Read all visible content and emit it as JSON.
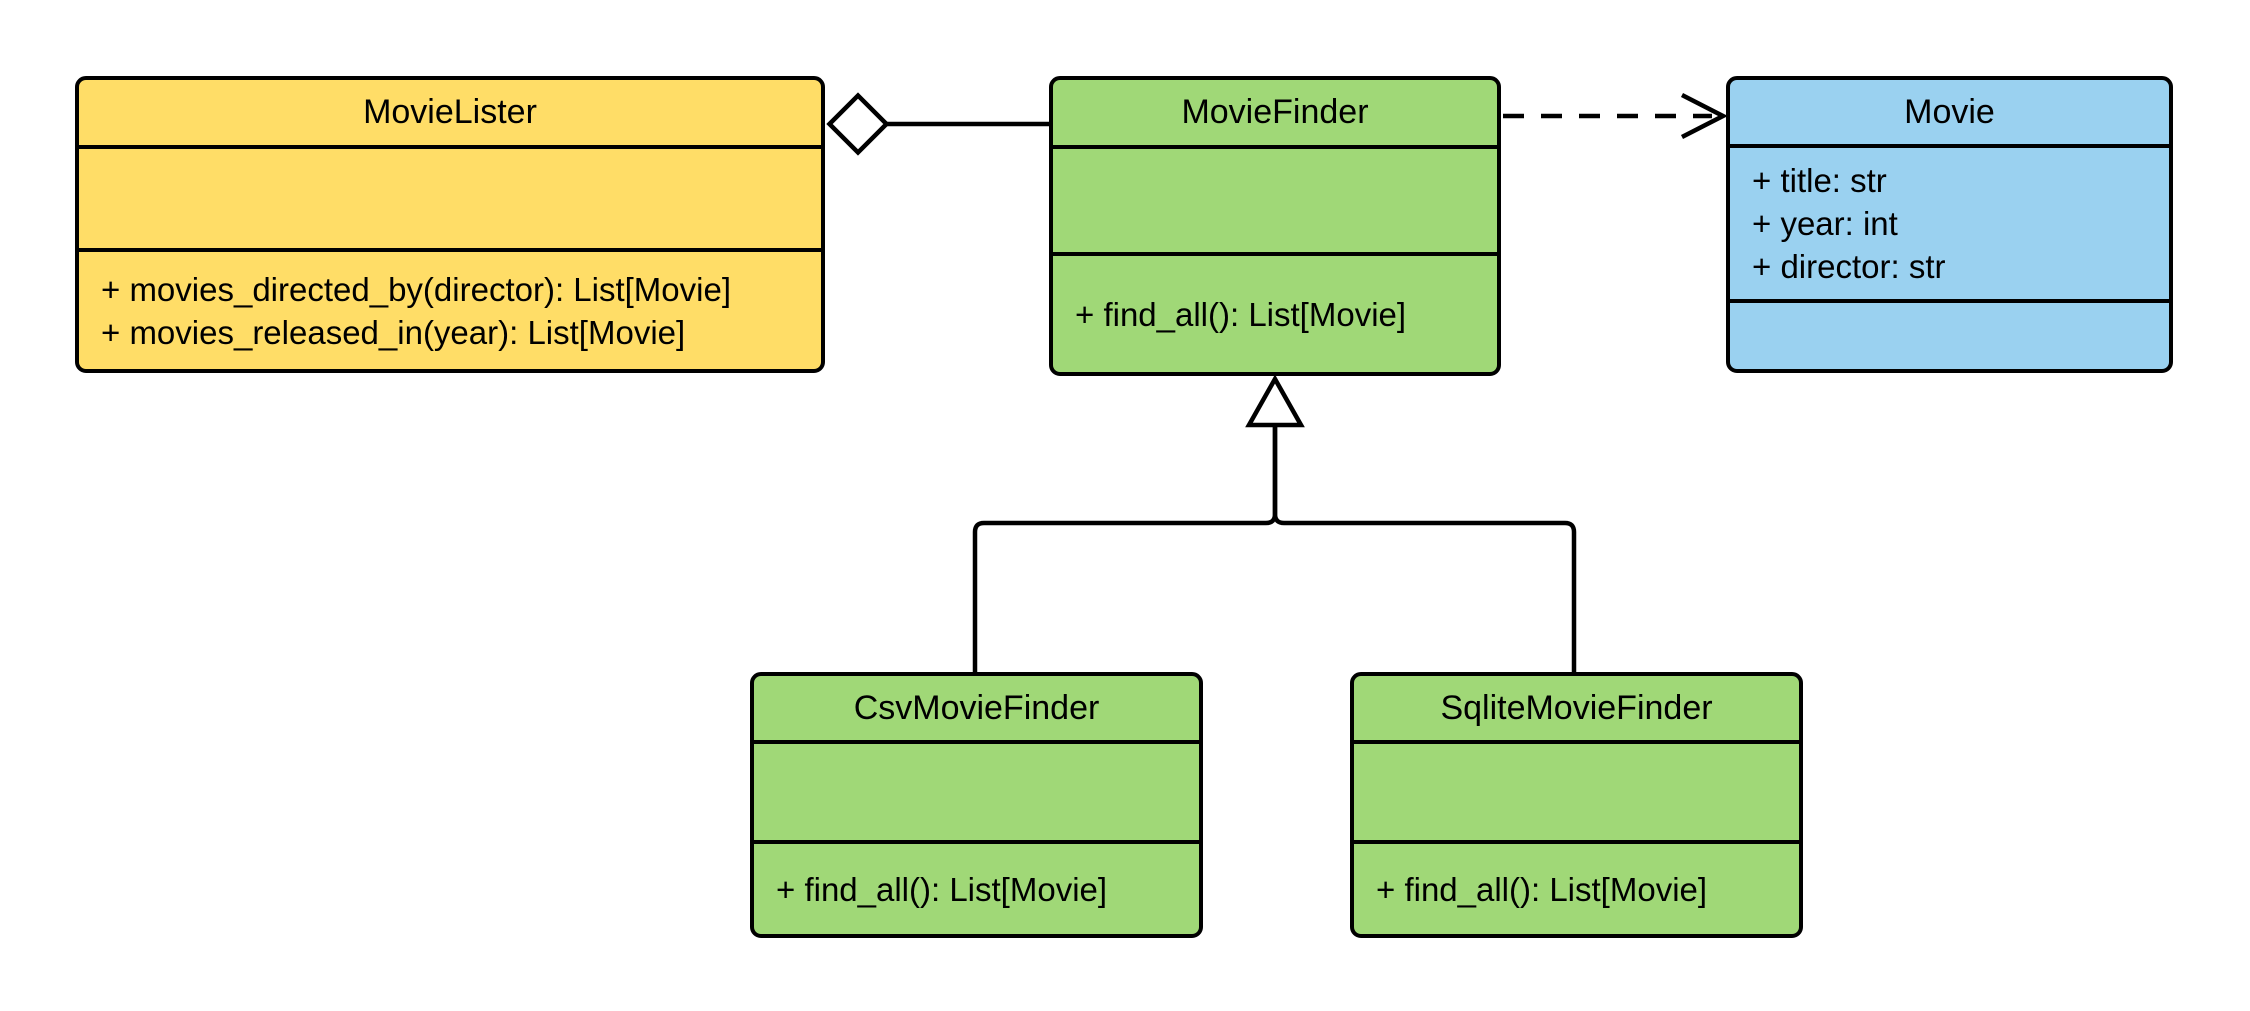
{
  "classes": {
    "movie_lister": {
      "name": "MovieLister",
      "fill": "#FFDD67",
      "attributes": [],
      "methods": [
        "+ movies_directed_by(director): List[Movie]",
        "+ movies_released_in(year): List[Movie]"
      ]
    },
    "movie_finder": {
      "name": "MovieFinder",
      "fill": "#A0D877",
      "attributes": [],
      "methods": [
        "+ find_all(): List[Movie]"
      ]
    },
    "movie": {
      "name": "Movie",
      "fill": "#9AD1F0",
      "attributes": [
        "+ title: str",
        "+ year: int",
        "+ director: str"
      ],
      "methods": []
    },
    "csv_movie_finder": {
      "name": "CsvMovieFinder",
      "fill": "#A0D877",
      "attributes": [],
      "methods": [
        "+ find_all(): List[Movie]"
      ]
    },
    "sqlite_movie_finder": {
      "name": "SqliteMovieFinder",
      "fill": "#A0D877",
      "attributes": [],
      "methods": [
        "+ find_all(): List[Movie]"
      ]
    }
  },
  "relationships": [
    {
      "type": "aggregation",
      "from": "MovieLister",
      "to": "MovieFinder",
      "marker": "hollow-diamond",
      "line": "solid"
    },
    {
      "type": "dependency",
      "from": "MovieFinder",
      "to": "Movie",
      "marker": "open-arrow",
      "line": "dashed"
    },
    {
      "type": "generalization",
      "from": "CsvMovieFinder",
      "to": "MovieFinder",
      "marker": "hollow-triangle",
      "line": "solid"
    },
    {
      "type": "generalization",
      "from": "SqliteMovieFinder",
      "to": "MovieFinder",
      "marker": "hollow-triangle",
      "line": "solid"
    }
  ],
  "colors": {
    "yellow": "#FFDD67",
    "green": "#A0D877",
    "blue": "#9AD1F0",
    "stroke": "#000000",
    "background": "#FFFFFF"
  }
}
